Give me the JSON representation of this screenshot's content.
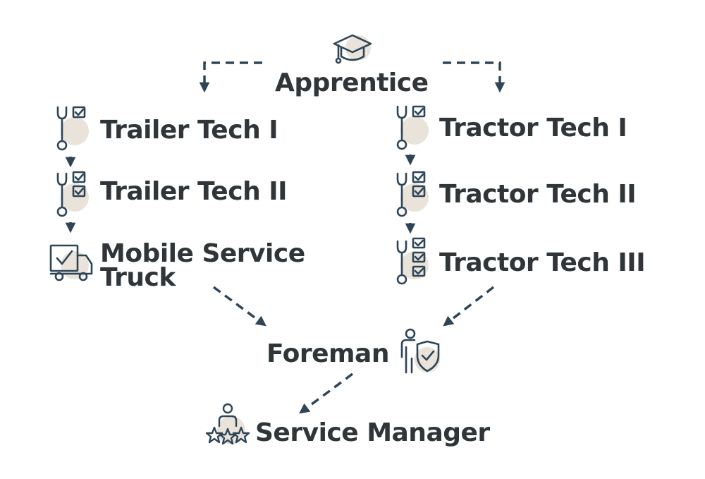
{
  "colors": {
    "text": "#2f3538",
    "icon_stroke": "#2e4558",
    "icon_accent": "#e9e3d9",
    "connector": "#2e4558"
  },
  "nodes": {
    "apprentice": {
      "label": "Apprentice",
      "icon": "graduation-cap-icon"
    },
    "trailer_tech_1": {
      "label": "Trailer Tech I",
      "icon": "wrench-checklist-icon"
    },
    "trailer_tech_2": {
      "label": "Trailer Tech II",
      "icon": "wrench-checklist-icon"
    },
    "mobile_service_truck": {
      "label": "Mobile Service Truck",
      "icon": "service-truck-icon"
    },
    "tractor_tech_1": {
      "label": "Tractor Tech I",
      "icon": "wrench-checklist-icon"
    },
    "tractor_tech_2": {
      "label": "Tractor Tech II",
      "icon": "wrench-checklist-icon"
    },
    "tractor_tech_3": {
      "label": "Tractor Tech III",
      "icon": "wrench-checklist-icon"
    },
    "foreman": {
      "label": "Foreman",
      "icon": "person-shield-icon"
    },
    "service_manager": {
      "label": "Service Manager",
      "icon": "person-stars-icon"
    }
  },
  "edges": [
    {
      "from": "apprentice",
      "to": "trailer_tech_1",
      "style": "dashed"
    },
    {
      "from": "apprentice",
      "to": "tractor_tech_1",
      "style": "dashed"
    },
    {
      "from": "trailer_tech_1",
      "to": "trailer_tech_2",
      "style": "solid"
    },
    {
      "from": "trailer_tech_2",
      "to": "mobile_service_truck",
      "style": "solid"
    },
    {
      "from": "tractor_tech_1",
      "to": "tractor_tech_2",
      "style": "solid"
    },
    {
      "from": "tractor_tech_2",
      "to": "tractor_tech_3",
      "style": "solid"
    },
    {
      "from": "mobile_service_truck",
      "to": "foreman",
      "style": "dashed"
    },
    {
      "from": "tractor_tech_3",
      "to": "foreman",
      "style": "dashed"
    },
    {
      "from": "foreman",
      "to": "service_manager",
      "style": "dashed"
    }
  ]
}
